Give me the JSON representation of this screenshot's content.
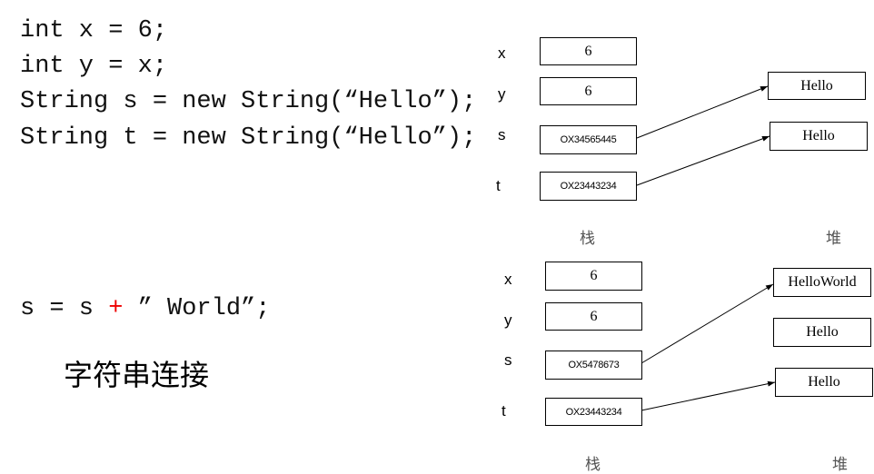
{
  "code_top": [
    "int x = 6;",
    "int y = x;",
    "String s = new String(“Hello”);",
    "String t = new String(“Hello”);"
  ],
  "code_bottom": {
    "before": "s = s ",
    "op": "+",
    "after": " ” World”;"
  },
  "section_title": "字符串连接",
  "diagram_before": {
    "stack_label": "栈",
    "heap_label": "堆",
    "stack": [
      {
        "name": "x",
        "value": "6"
      },
      {
        "name": "y",
        "value": "6"
      },
      {
        "name": "s",
        "value": "OX34565445"
      },
      {
        "name": "t",
        "value": "OX23443234"
      }
    ],
    "heap": [
      "Hello",
      "Hello"
    ]
  },
  "diagram_after": {
    "stack_label": "栈",
    "heap_label": "堆",
    "stack": [
      {
        "name": "x",
        "value": "6"
      },
      {
        "name": "y",
        "value": "6"
      },
      {
        "name": "s",
        "value": "OX5478673"
      },
      {
        "name": "t",
        "value": "OX23443234"
      }
    ],
    "heap": [
      "HelloWorld",
      "Hello",
      "Hello"
    ]
  },
  "accent_color": "#e00000"
}
